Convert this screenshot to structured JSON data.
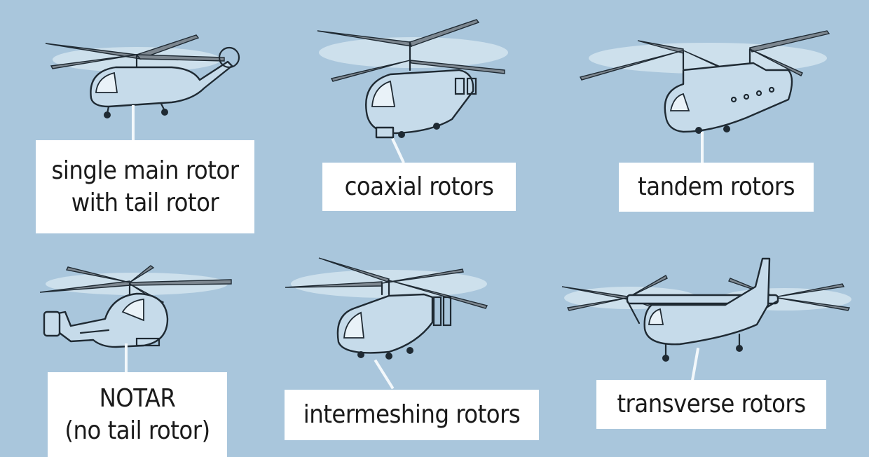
{
  "panels": [
    {
      "id": "single",
      "lines": [
        "single main rotor",
        "with tail rotor"
      ],
      "icon": "single-rotor-helicopter-icon"
    },
    {
      "id": "coaxial",
      "lines": [
        "coaxial rotors"
      ],
      "icon": "coaxial-rotor-helicopter-icon"
    },
    {
      "id": "tandem",
      "lines": [
        "tandem rotors"
      ],
      "icon": "tandem-rotor-helicopter-icon"
    },
    {
      "id": "notar",
      "lines": [
        "NOTAR",
        "(no tail rotor)"
      ],
      "icon": "notar-helicopter-icon"
    },
    {
      "id": "intermeshing",
      "lines": [
        "intermeshing rotors"
      ],
      "icon": "intermeshing-rotor-helicopter-icon"
    },
    {
      "id": "transverse",
      "lines": [
        "transverse rotors"
      ],
      "icon": "transverse-rotor-helicopter-icon"
    }
  ],
  "colors": {
    "background": "#a9c6dc",
    "label_bg": "#ffffff",
    "ink": "#1f2a33"
  }
}
